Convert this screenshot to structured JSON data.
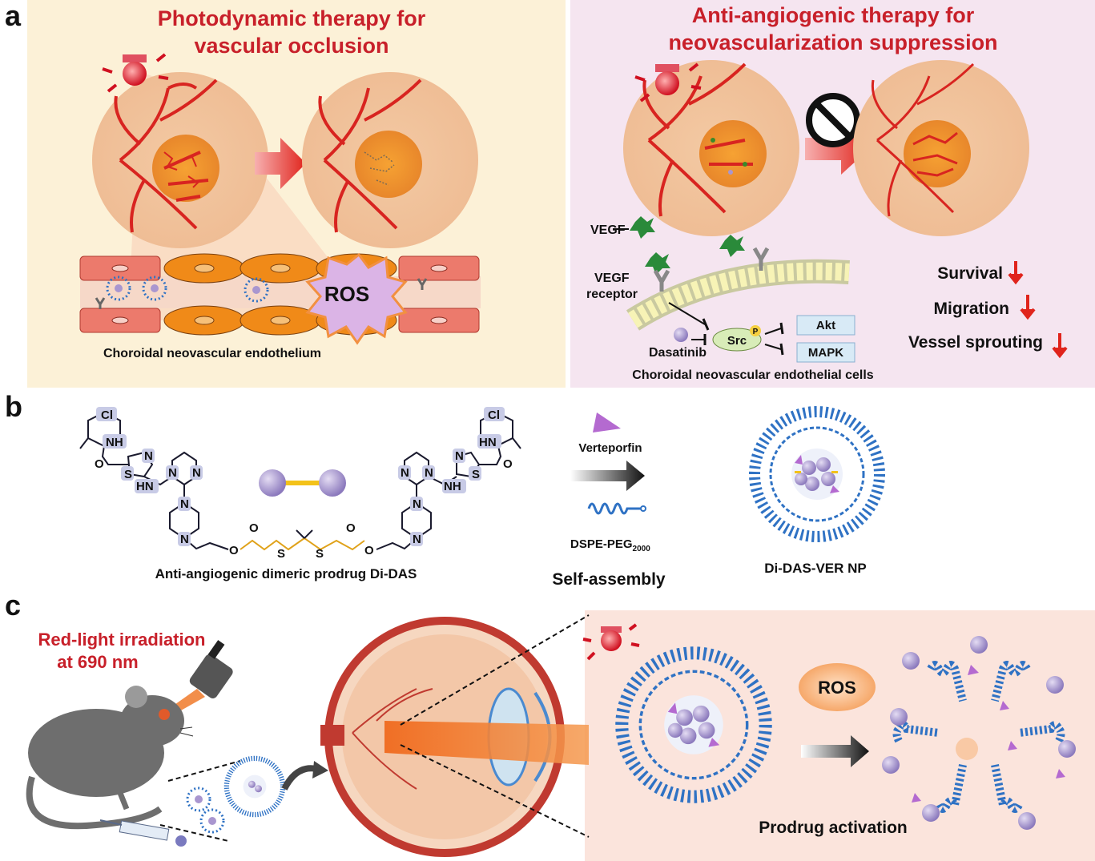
{
  "panel_a": {
    "letter": "a",
    "left": {
      "title_line1": "Photodynamic therapy for",
      "title_line2": "vascular occlusion",
      "ros_label": "ROS",
      "caption": "Choroidal neovascular endothelium"
    },
    "right": {
      "title_line1": "Anti-angiogenic therapy for",
      "title_line2": "neovascularization suppression",
      "vegf_label": "VEGF",
      "vegf_receptor_line1": "VEGF",
      "vegf_receptor_line2": "receptor",
      "dasatinib_label": "Dasatinib",
      "src_label": "Src",
      "phospho_label": "P",
      "akt_label": "Akt",
      "mapk_label": "MAPK",
      "caption": "Choroidal neovascular endothelial cells",
      "effects": [
        "Survival",
        "Migration",
        "Vessel sprouting"
      ]
    }
  },
  "panel_b": {
    "letter": "b",
    "dimer_atoms": {
      "cl_left": "Cl",
      "nh_left_1": "NH",
      "o_left_1": "O",
      "s_left_ring": "S",
      "n_left_ring": "N",
      "hn_left": "HN",
      "n_left_pyr_1": "N",
      "n_left_pyr_2": "N",
      "n_left_pip_1": "N",
      "n_left_pip_2": "N",
      "o_left_ester_1": "O",
      "o_left_ester_2": "O",
      "s_link_1": "S",
      "s_link_2": "S",
      "o_right_ester_1": "O",
      "o_right_ester_2": "O",
      "n_right_pip_1": "N",
      "n_right_pip_2": "N",
      "n_right_pyr_1": "N",
      "n_right_pyr_2": "N",
      "nh_right": "NH",
      "s_right_ring": "S",
      "n_right_ring": "N",
      "o_right_1": "O",
      "hn_right_1": "HN",
      "cl_right": "Cl"
    },
    "prodrug_caption": "Anti-angiogenic dimeric prodrug Di-DAS",
    "verteporfin_label": "Verteporfin",
    "dspe_label": "DSPE-PEG",
    "dspe_subscript": "2000",
    "self_assembly_label": "Self-assembly",
    "np_caption": "Di-DAS-VER NP"
  },
  "panel_c": {
    "letter": "c",
    "irradiation_line1": "Red-light irradiation",
    "irradiation_line2": "at 690 nm",
    "ros_label": "ROS",
    "activation_caption": "Prodrug activation"
  },
  "colors": {
    "title_red": "#c8202a",
    "panel_a_left_bg": "#fcf1d7",
    "panel_a_right_bg": "#f5e5f0",
    "panel_c_bg": "#fbe4dc",
    "peg_blue": "#2f72c4",
    "prodrug_purple": "#a996cf",
    "linker_yellow": "#f3c21a",
    "vessel_red": "#d82420",
    "arrow_red": "#e0241c"
  }
}
